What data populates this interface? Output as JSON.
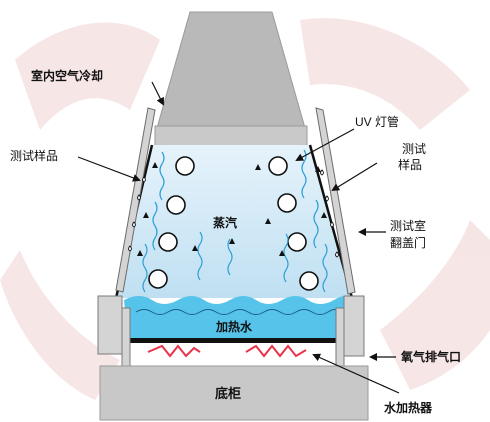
{
  "labels": {
    "room_air_cooling": "室内空气冷却",
    "test_sample_left": "测试样品",
    "uv_lamp": "UV 灯管",
    "test_sample_right": [
      "测试",
      "样品"
    ],
    "steam": "蒸汽",
    "test_chamber_door": [
      "测试室",
      "翻盖门"
    ],
    "heated_water": "加热水",
    "oxygen_exhaust": "氧气排气口",
    "cabinet": "底柜",
    "water_heater": "水加热器"
  },
  "colors": {
    "watermark": "#f3dada",
    "hood": "#b9b9b9",
    "hood_edge": "#9a9a9a",
    "chamber": "#d8ecf7",
    "water": "#56c3ea",
    "steam_line": "#2f9fd6",
    "heater": "#e8334a",
    "panel": "#d4d4d4",
    "cabinet": "#c8c8c8",
    "outline": "#111111"
  },
  "icons": {
    "uv_lamp": "lamp-circle-icon",
    "steam_arrow": "up-arrow-icon",
    "droplet": "droplet-icon",
    "callout_arrow": "arrow-icon"
  }
}
